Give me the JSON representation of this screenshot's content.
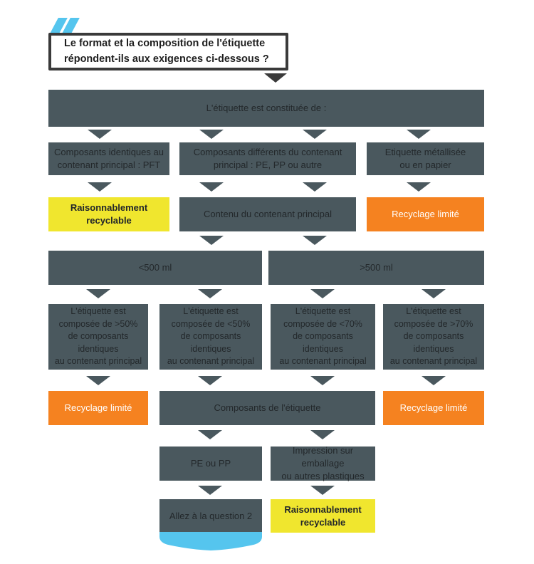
{
  "title_box": {
    "text": "Le format et la composition de l'étiquette\nrépondent-ils aux exigences ci-dessous ?"
  },
  "flow": {
    "constituee": "L'étiquette est constituée de :",
    "r2": {
      "c1": "Composants identiques au\ncontenant principal : PFT",
      "c2": "Composants différents du contenant\nprincipal : PE, PP ou autre",
      "c3": "Etiquette métallisée\nou en papier"
    },
    "r3": {
      "c1": "Raisonnablement\nrecyclable",
      "c2": "Contenu du contenant principal",
      "c3": "Recyclage limité"
    },
    "r4": {
      "c1": "<500 ml",
      "c2": ">500 ml"
    },
    "r5": {
      "c1": "L'étiquette est\ncomposée de >50%\nde composants\nidentiques\nau contenant principal",
      "c2": "L'étiquette est\ncomposée de <50%\nde composants\nidentiques\nau contenant principal",
      "c3": "L'étiquette est\ncomposée de <70%\nde composants\nidentiques\nau contenant principal",
      "c4": "L'étiquette est\ncomposée de >70%\nde composants\nidentiques\nau contenant principal"
    },
    "r6": {
      "c1": "Recyclage limité",
      "c2": "Composants de l'étiquette",
      "c3": "Recyclage limité"
    },
    "r7": {
      "c1": "PE ou PP",
      "c2": "Impression sur\nemballage\nou autres plastiques"
    },
    "r8": {
      "c1": "Allez à la question 2",
      "c2": "Raisonnablement\nrecyclable"
    }
  },
  "colors": {
    "slate": "#4a585e",
    "slate_text": "#23282b",
    "orange": "#f58220",
    "yellow": "#f0e62e",
    "blue": "#55c5ee",
    "dark": "#3a3a3a"
  }
}
